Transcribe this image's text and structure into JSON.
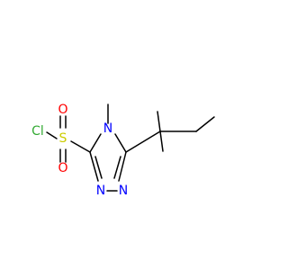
{
  "molecule": {
    "atoms": {
      "chlorine": {
        "text": "Cl",
        "color": "#33aa33"
      },
      "sulfur": {
        "text": "S",
        "color": "#cccc00"
      },
      "oxygen_top": {
        "text": "O",
        "color": "#ff0000"
      },
      "oxygen_bottom": {
        "text": "O",
        "color": "#ff0000"
      },
      "ring_nitrogen_methyl": {
        "text": "N",
        "color": "#0000ff"
      },
      "ring_nitrogen_1": {
        "text": "N",
        "color": "#0000ff"
      },
      "ring_nitrogen_2": {
        "text": "N",
        "color": "#0000ff"
      }
    },
    "bond_color": "#000000"
  }
}
